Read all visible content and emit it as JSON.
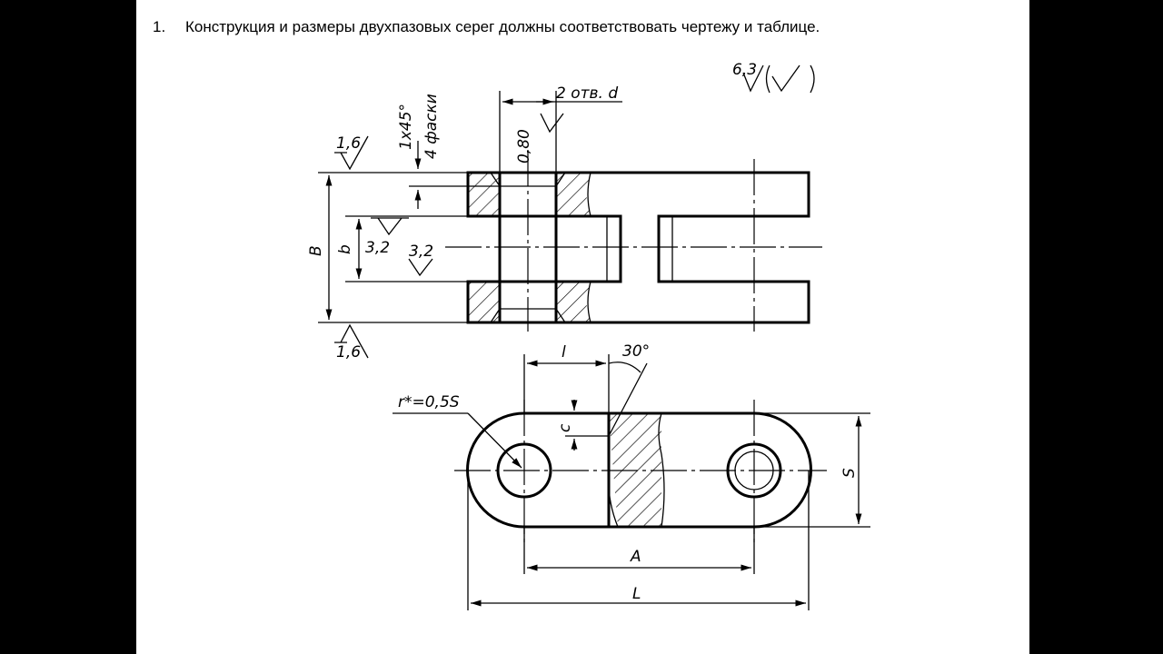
{
  "caption": {
    "number": "1.",
    "text": "Конструкция и размеры двухпазовых серег должны соответствовать чертежу и таблице."
  },
  "labels": {
    "roughness_general": "6,3",
    "roughness_top": "1,6",
    "roughness_bottom": "1,6",
    "roughness_inner_left": "3,2",
    "roughness_inner_right": "3,2",
    "roughness_hole": "0,80",
    "chamfer": "1x45°",
    "chamfer_count": "4 фаски",
    "holes": "2 отв. d",
    "dim_B": "B",
    "dim_b": "b",
    "dim_l": "l",
    "angle": "30°",
    "radius": "r*=0,5S",
    "dim_c": "c",
    "dim_S": "S",
    "dim_A": "A",
    "dim_L": "L"
  }
}
